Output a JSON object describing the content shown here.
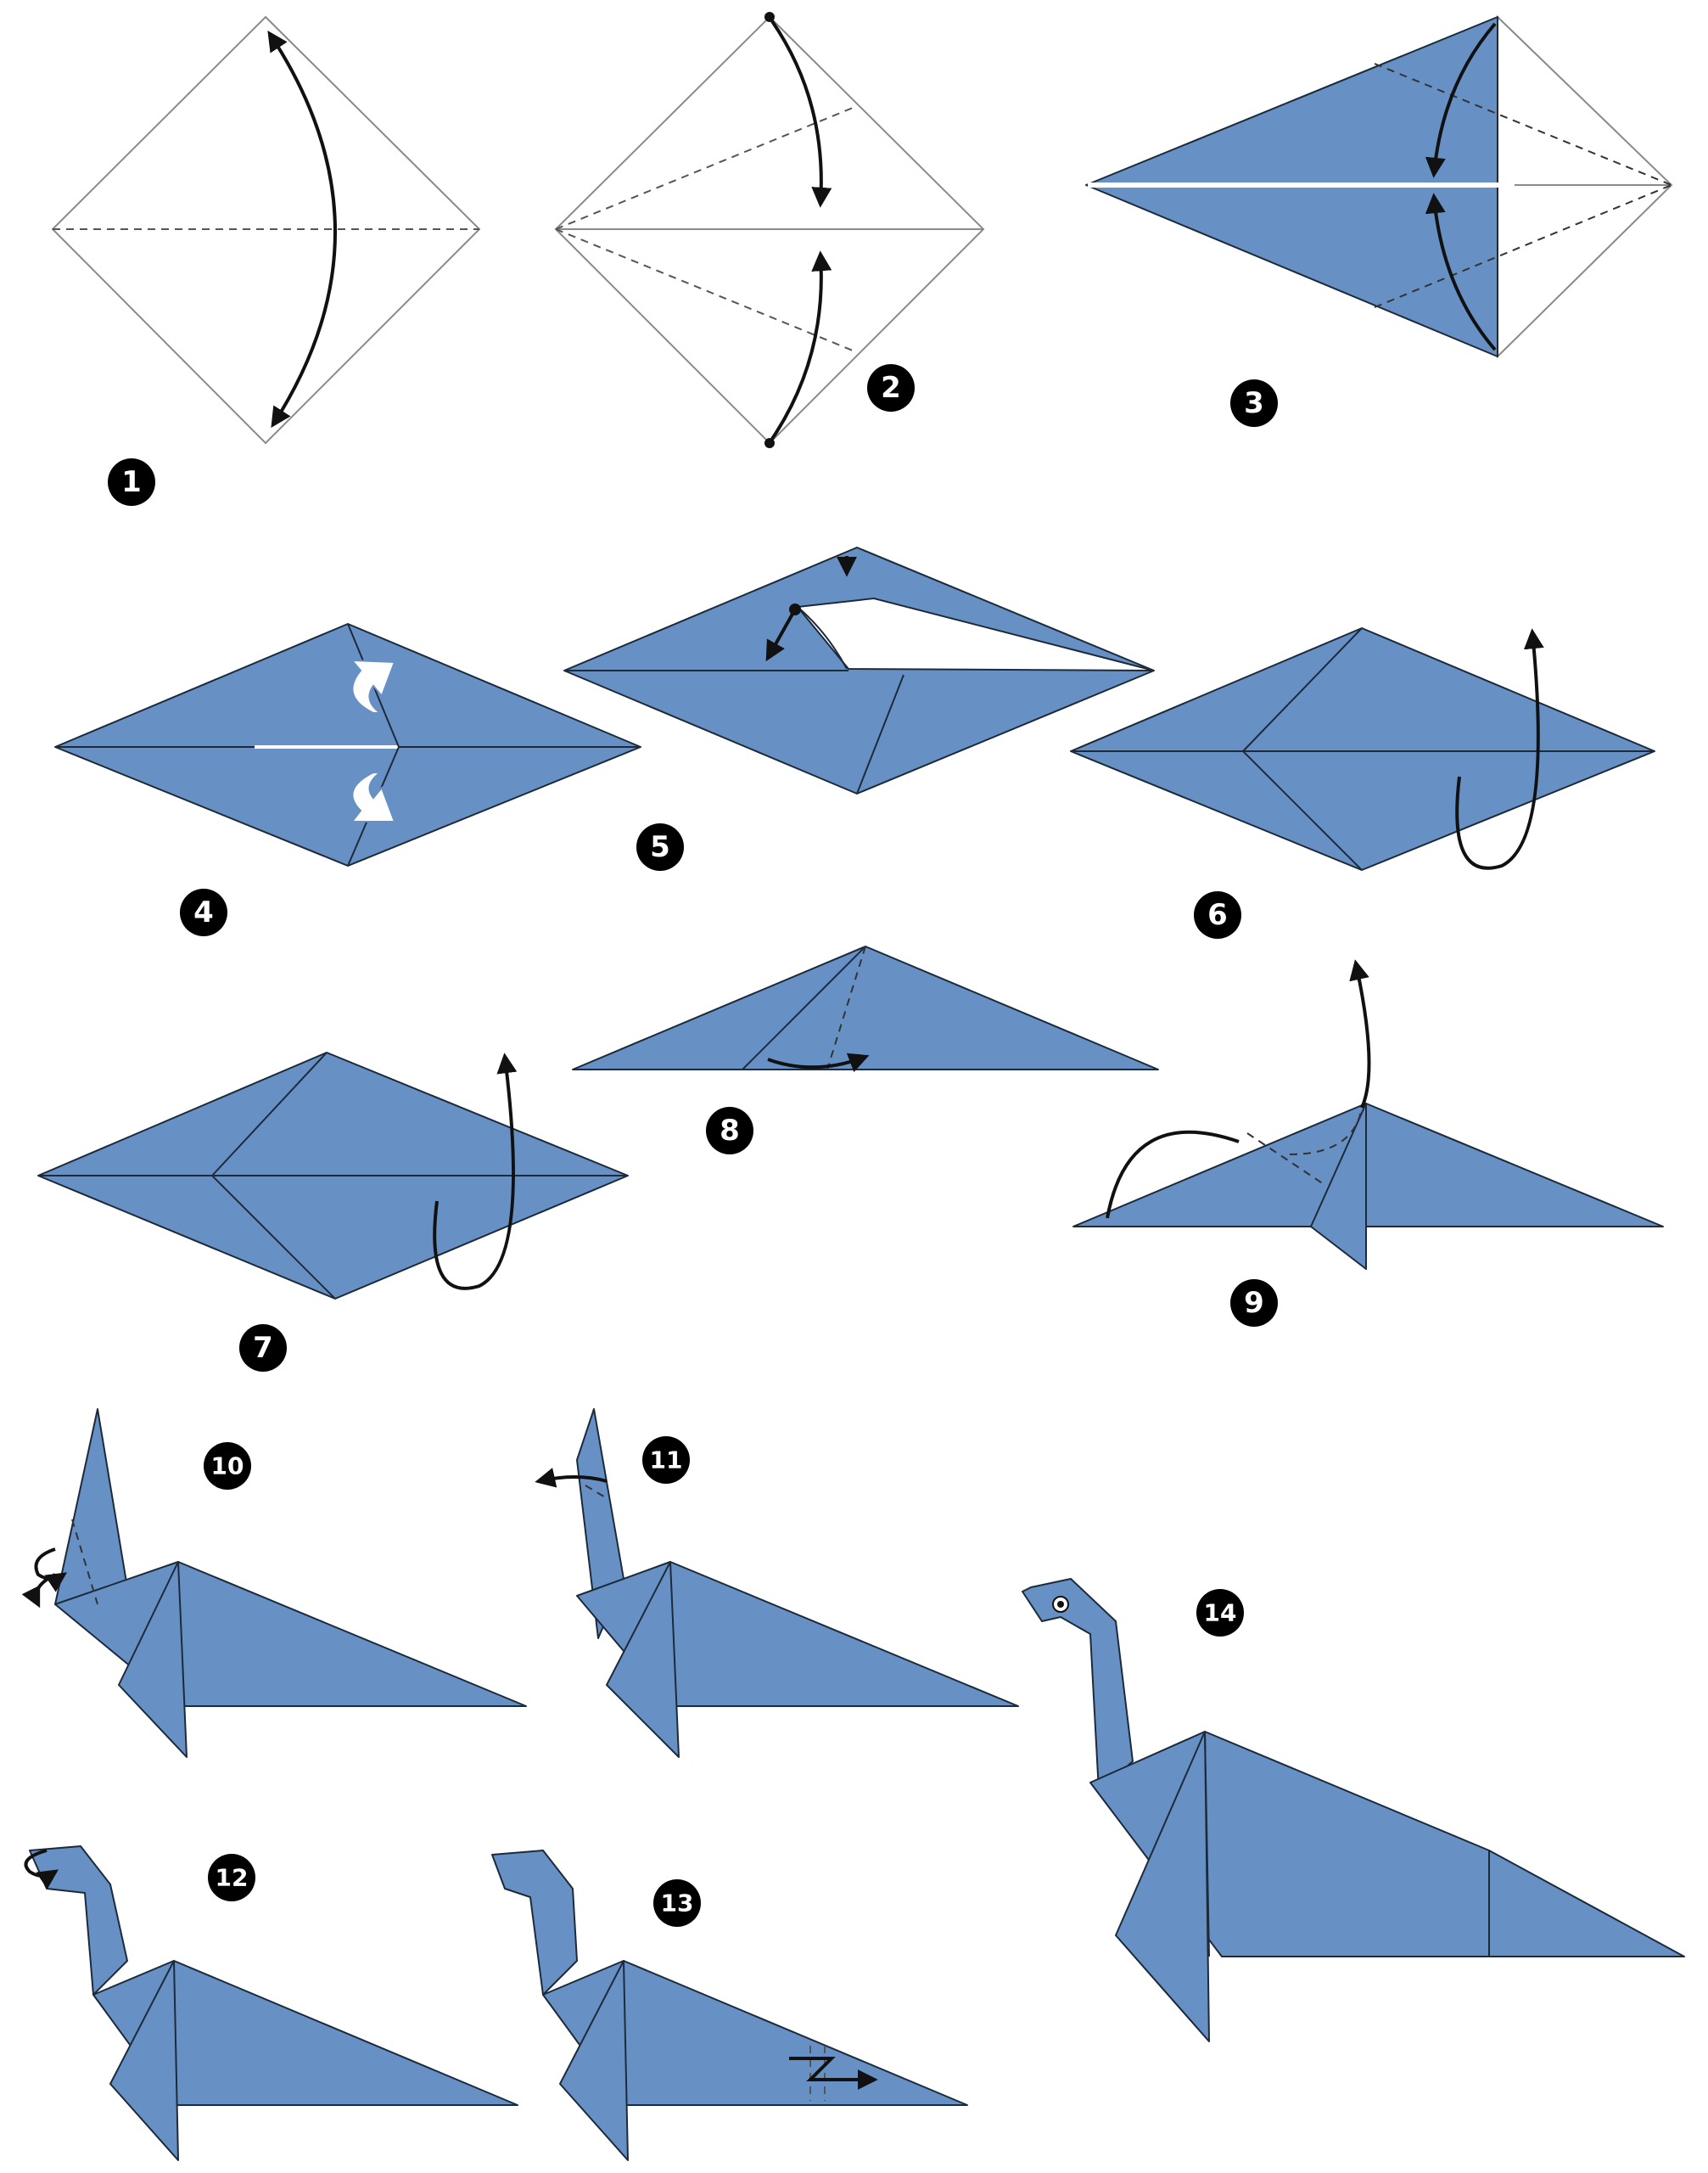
{
  "steps": [
    {
      "number": "1"
    },
    {
      "number": "2"
    },
    {
      "number": "3"
    },
    {
      "number": "4"
    },
    {
      "number": "5"
    },
    {
      "number": "6"
    },
    {
      "number": "7"
    },
    {
      "number": "8"
    },
    {
      "number": "9"
    },
    {
      "number": "10"
    },
    {
      "number": "11"
    },
    {
      "number": "12"
    },
    {
      "number": "13"
    },
    {
      "number": "14"
    }
  ],
  "colors": {
    "paper": "#6791c5",
    "edge": "#1c2a3a",
    "badge": "#000000",
    "badge_text": "#ffffff",
    "background": "#ffffff"
  }
}
